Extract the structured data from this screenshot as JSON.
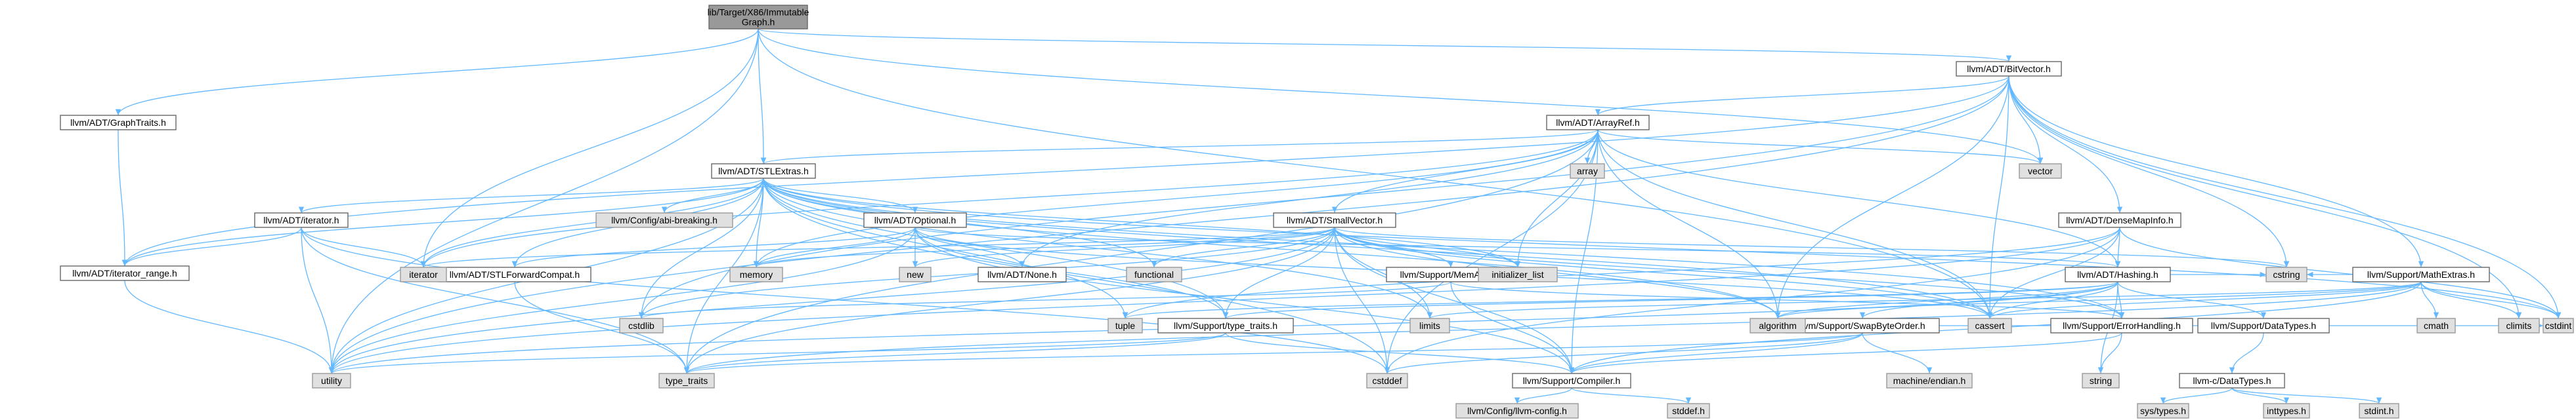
{
  "root": {
    "line1": "lib/Target/X86/ImmutableGraph.h",
    "line2": "Graph.h"
  },
  "nodes": [
    {
      "id": "root",
      "label": [
        "lib/Target/X86/Immutable",
        "Graph.h"
      ],
      "kind": "root"
    },
    {
      "id": "bitvector",
      "label": [
        "llvm/ADT/BitVector.h"
      ],
      "kind": "hdr"
    },
    {
      "id": "graphtraits",
      "label": [
        "llvm/ADT/GraphTraits.h"
      ],
      "kind": "hdr"
    },
    {
      "id": "arrayref",
      "label": [
        "llvm/ADT/ArrayRef.h"
      ],
      "kind": "hdr"
    },
    {
      "id": "stlextras",
      "label": [
        "llvm/ADT/STLExtras.h"
      ],
      "kind": "hdr"
    },
    {
      "id": "iteratorh",
      "label": [
        "llvm/ADT/iterator.h"
      ],
      "kind": "hdr"
    },
    {
      "id": "optional",
      "label": [
        "llvm/ADT/Optional.h"
      ],
      "kind": "hdr"
    },
    {
      "id": "smallvector",
      "label": [
        "llvm/ADT/SmallVector.h"
      ],
      "kind": "hdr"
    },
    {
      "id": "densemapinfo",
      "label": [
        "llvm/ADT/DenseMapInfo.h"
      ],
      "kind": "hdr"
    },
    {
      "id": "mathextras",
      "label": [
        "llvm/Support/MathExtras.h"
      ],
      "kind": "hdr"
    },
    {
      "id": "iteratorrange",
      "label": [
        "llvm/ADT/iterator_range.h"
      ],
      "kind": "hdr"
    },
    {
      "id": "stlforward",
      "label": [
        "llvm/ADT/STLForwardCompat.h"
      ],
      "kind": "hdr"
    },
    {
      "id": "noneh",
      "label": [
        "llvm/ADT/None.h"
      ],
      "kind": "hdr"
    },
    {
      "id": "memalloc",
      "label": [
        "llvm/Support/MemAlloc.h"
      ],
      "kind": "hdr"
    },
    {
      "id": "hashing",
      "label": [
        "llvm/ADT/Hashing.h"
      ],
      "kind": "hdr"
    },
    {
      "id": "typetraitsh",
      "label": [
        "llvm/Support/type_traits.h"
      ],
      "kind": "hdr"
    },
    {
      "id": "swaporder",
      "label": [
        "llvm/Support/SwapByteOrder.h"
      ],
      "kind": "hdr"
    },
    {
      "id": "errorhandling",
      "label": [
        "llvm/Support/ErrorHandling.h"
      ],
      "kind": "hdr"
    },
    {
      "id": "datatypes",
      "label": [
        "llvm/Support/DataTypes.h"
      ],
      "kind": "hdr"
    },
    {
      "id": "compiler",
      "label": [
        "llvm/Support/Compiler.h"
      ],
      "kind": "hdr"
    },
    {
      "id": "llvmcdatatypes",
      "label": [
        "llvm-c/DataTypes.h"
      ],
      "kind": "hdr"
    },
    {
      "id": "llvmconfig",
      "label": [
        "llvm/Config/llvm-config.h"
      ],
      "kind": "std"
    },
    {
      "id": "abibreaking",
      "label": [
        "llvm/Config/abi-breaking.h"
      ],
      "kind": "std"
    },
    {
      "id": "array",
      "label": [
        "array"
      ],
      "kind": "std"
    },
    {
      "id": "vector",
      "label": [
        "vector"
      ],
      "kind": "std"
    },
    {
      "id": "iterator",
      "label": [
        "iterator"
      ],
      "kind": "std"
    },
    {
      "id": "memory",
      "label": [
        "memory"
      ],
      "kind": "std"
    },
    {
      "id": "new",
      "label": [
        "new"
      ],
      "kind": "std"
    },
    {
      "id": "functional",
      "label": [
        "functional"
      ],
      "kind": "std"
    },
    {
      "id": "initlist",
      "label": [
        "initializer_list"
      ],
      "kind": "std"
    },
    {
      "id": "cstdlib",
      "label": [
        "cstdlib"
      ],
      "kind": "std"
    },
    {
      "id": "tuple",
      "label": [
        "tuple"
      ],
      "kind": "std"
    },
    {
      "id": "limits",
      "label": [
        "limits"
      ],
      "kind": "std"
    },
    {
      "id": "algorithm",
      "label": [
        "algorithm"
      ],
      "kind": "std"
    },
    {
      "id": "cassert",
      "label": [
        "cassert"
      ],
      "kind": "std"
    },
    {
      "id": "cstring",
      "label": [
        "cstring"
      ],
      "kind": "std"
    },
    {
      "id": "cmath",
      "label": [
        "cmath"
      ],
      "kind": "std"
    },
    {
      "id": "climits",
      "label": [
        "climits"
      ],
      "kind": "std"
    },
    {
      "id": "cstdint",
      "label": [
        "cstdint"
      ],
      "kind": "std"
    },
    {
      "id": "utility",
      "label": [
        "utility"
      ],
      "kind": "std"
    },
    {
      "id": "typetraits",
      "label": [
        "type_traits"
      ],
      "kind": "std"
    },
    {
      "id": "cstddef",
      "label": [
        "cstddef"
      ],
      "kind": "std"
    },
    {
      "id": "machineendian",
      "label": [
        "machine/endian.h"
      ],
      "kind": "std"
    },
    {
      "id": "string",
      "label": [
        "string"
      ],
      "kind": "std"
    },
    {
      "id": "stddef",
      "label": [
        "stddef.h"
      ],
      "kind": "std"
    },
    {
      "id": "systypes",
      "label": [
        "sys/types.h"
      ],
      "kind": "std"
    },
    {
      "id": "inttypes",
      "label": [
        "inttypes.h"
      ],
      "kind": "std"
    },
    {
      "id": "stdint",
      "label": [
        "stdint.h"
      ],
      "kind": "std"
    }
  ],
  "edges": [
    [
      "root",
      "bitvector"
    ],
    [
      "root",
      "graphtraits"
    ],
    [
      "root",
      "stlextras"
    ],
    [
      "root",
      "iterator"
    ],
    [
      "root",
      "utility"
    ],
    [
      "root",
      "vector"
    ],
    [
      "root",
      "cassert"
    ],
    [
      "bitvector",
      "arrayref"
    ],
    [
      "bitvector",
      "densemapinfo"
    ],
    [
      "bitvector",
      "iteratorrange"
    ],
    [
      "bitvector",
      "mathextras"
    ],
    [
      "bitvector",
      "algorithm"
    ],
    [
      "bitvector",
      "cassert"
    ],
    [
      "bitvector",
      "climits"
    ],
    [
      "bitvector",
      "cstdint"
    ],
    [
      "bitvector",
      "cstdlib"
    ],
    [
      "bitvector",
      "cstring"
    ],
    [
      "bitvector",
      "utility"
    ],
    [
      "bitvector",
      "vector"
    ],
    [
      "graphtraits",
      "iteratorrange"
    ],
    [
      "arrayref",
      "hashing"
    ],
    [
      "arrayref",
      "smallvector"
    ],
    [
      "arrayref",
      "stlextras"
    ],
    [
      "arrayref",
      "compiler"
    ],
    [
      "arrayref",
      "algorithm"
    ],
    [
      "arrayref",
      "array"
    ],
    [
      "arrayref",
      "cassert"
    ],
    [
      "arrayref",
      "cstddef"
    ],
    [
      "arrayref",
      "initlist"
    ],
    [
      "arrayref",
      "iterator"
    ],
    [
      "arrayref",
      "memory"
    ],
    [
      "arrayref",
      "typetraits"
    ],
    [
      "arrayref",
      "vector"
    ],
    [
      "arrayref",
      "noneh"
    ],
    [
      "stlextras",
      "iteratorh"
    ],
    [
      "stlextras",
      "optional"
    ],
    [
      "stlextras",
      "stlforward"
    ],
    [
      "stlextras",
      "iteratorrange"
    ],
    [
      "stlextras",
      "abibreaking"
    ],
    [
      "stlextras",
      "errorhandling"
    ],
    [
      "stlextras",
      "algorithm"
    ],
    [
      "stlextras",
      "cassert"
    ],
    [
      "stlextras",
      "cstddef"
    ],
    [
      "stlextras",
      "cstdint"
    ],
    [
      "stlextras",
      "cstdlib"
    ],
    [
      "stlextras",
      "functional"
    ],
    [
      "stlextras",
      "initlist"
    ],
    [
      "stlextras",
      "iterator"
    ],
    [
      "stlextras",
      "limits"
    ],
    [
      "stlextras",
      "memory"
    ],
    [
      "stlextras",
      "tuple"
    ],
    [
      "stlextras",
      "typetraits"
    ],
    [
      "stlextras",
      "utility"
    ],
    [
      "stlextras",
      "typetraitsh"
    ],
    [
      "iteratorh",
      "iteratorrange"
    ],
    [
      "iteratorh",
      "cstddef"
    ],
    [
      "iteratorh",
      "iterator"
    ],
    [
      "iteratorh",
      "typetraits"
    ],
    [
      "iteratorh",
      "utility"
    ],
    [
      "optional",
      "hashing"
    ],
    [
      "optional",
      "noneh"
    ],
    [
      "optional",
      "stlforward"
    ],
    [
      "optional",
      "compiler"
    ],
    [
      "optional",
      "typetraitsh"
    ],
    [
      "optional",
      "cassert"
    ],
    [
      "optional",
      "memory"
    ],
    [
      "optional",
      "new"
    ],
    [
      "optional",
      "utility"
    ],
    [
      "smallvector",
      "compiler"
    ],
    [
      "smallvector",
      "memalloc"
    ],
    [
      "smallvector",
      "typetraitsh"
    ],
    [
      "smallvector",
      "algorithm"
    ],
    [
      "smallvector",
      "cassert"
    ],
    [
      "smallvector",
      "cstddef"
    ],
    [
      "smallvector",
      "cstdlib"
    ],
    [
      "smallvector",
      "cstring"
    ],
    [
      "smallvector",
      "functional"
    ],
    [
      "smallvector",
      "initlist"
    ],
    [
      "smallvector",
      "iterator"
    ],
    [
      "smallvector",
      "limits"
    ],
    [
      "smallvector",
      "memory"
    ],
    [
      "smallvector",
      "new"
    ],
    [
      "smallvector",
      "typetraits"
    ],
    [
      "smallvector",
      "utility"
    ],
    [
      "smallvector",
      "errorhandling"
    ],
    [
      "densemapinfo",
      "hashing"
    ],
    [
      "densemapinfo",
      "cassert"
    ],
    [
      "densemapinfo",
      "cstddef"
    ],
    [
      "densemapinfo",
      "cstdint"
    ],
    [
      "densemapinfo",
      "tuple"
    ],
    [
      "densemapinfo",
      "utility"
    ],
    [
      "mathextras",
      "compiler"
    ],
    [
      "mathextras",
      "algorithm"
    ],
    [
      "mathextras",
      "cassert"
    ],
    [
      "mathextras",
      "climits"
    ],
    [
      "mathextras",
      "cmath"
    ],
    [
      "mathextras",
      "cstdint"
    ],
    [
      "mathextras",
      "cstring"
    ],
    [
      "mathextras",
      "limits"
    ],
    [
      "mathextras",
      "typetraits"
    ],
    [
      "iteratorrange",
      "utility"
    ],
    [
      "stlforward",
      "typetraits"
    ],
    [
      "memalloc",
      "compiler"
    ],
    [
      "memalloc",
      "errorhandling"
    ],
    [
      "memalloc",
      "cstdlib"
    ],
    [
      "hashing",
      "errorhandling"
    ],
    [
      "hashing",
      "datatypes"
    ],
    [
      "hashing",
      "swaporder"
    ],
    [
      "hashing",
      "typetraitsh"
    ],
    [
      "hashing",
      "algorithm"
    ],
    [
      "hashing",
      "cassert"
    ],
    [
      "hashing",
      "cstring"
    ],
    [
      "hashing",
      "string"
    ],
    [
      "hashing",
      "tuple"
    ],
    [
      "hashing",
      "utility"
    ],
    [
      "typetraitsh",
      "compiler"
    ],
    [
      "typetraitsh",
      "typetraits"
    ],
    [
      "typetraitsh",
      "utility"
    ],
    [
      "swaporder",
      "compiler"
    ],
    [
      "swaporder",
      "cstddef"
    ],
    [
      "swaporder",
      "cstdint"
    ],
    [
      "swaporder",
      "typetraits"
    ],
    [
      "swaporder",
      "machineendian"
    ],
    [
      "errorhandling",
      "compiler"
    ],
    [
      "errorhandling",
      "string"
    ],
    [
      "datatypes",
      "llvmcdatatypes"
    ],
    [
      "compiler",
      "llvmconfig"
    ],
    [
      "compiler",
      "stddef"
    ],
    [
      "llvmcdatatypes",
      "systypes"
    ],
    [
      "llvmcdatatypes",
      "inttypes"
    ],
    [
      "llvmcdatatypes",
      "stdint"
    ]
  ]
}
